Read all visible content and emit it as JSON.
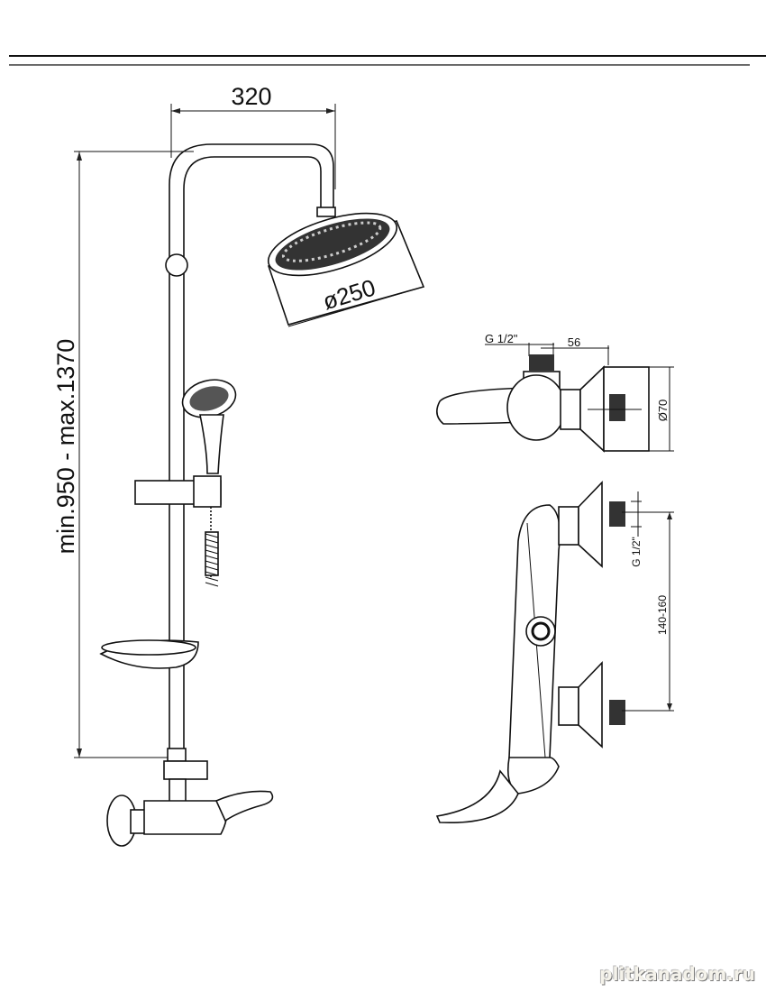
{
  "dimensions": {
    "arm_length": "320",
    "height_range": "min.950 - max.1370",
    "head_diameter": "ø250",
    "inlet_thread_top": "G 1/2\"",
    "depth": "56",
    "flange_diameter": "Ø70",
    "inlet_thread_side": "G 1/2\"",
    "center_distance": "140-160"
  },
  "watermark": "plitkanadom.ru"
}
